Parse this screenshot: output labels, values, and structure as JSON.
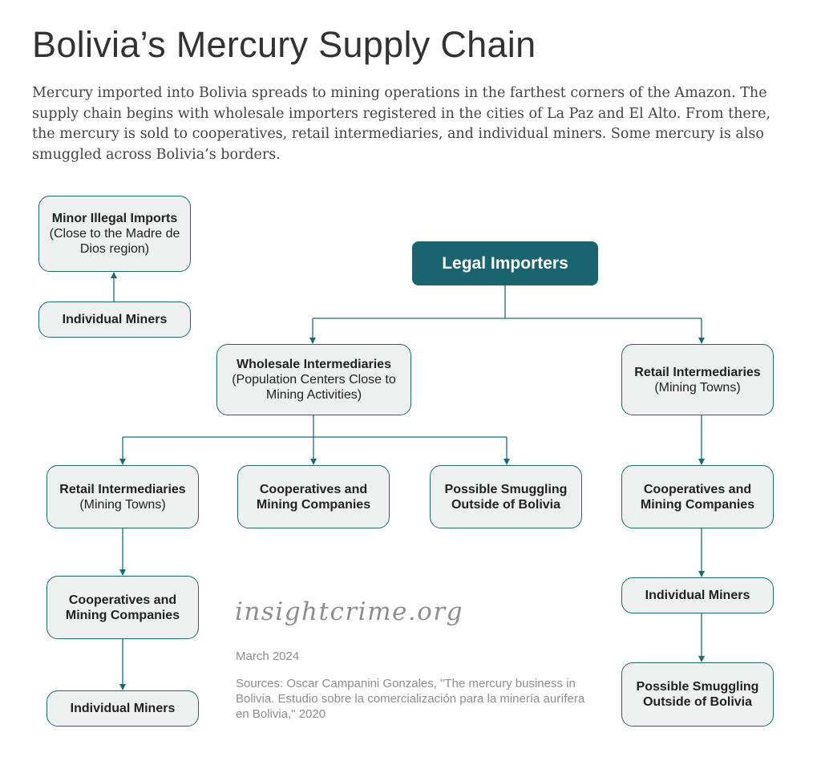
{
  "title": "Bolivia’s Mercury Supply Chain",
  "intro": "Mercury imported into Bolivia spreads to mining operations in the farthest corners of the Amazon. The supply chain begins with wholesale importers registered in the cities of La Paz and El Alto. From there, the mercury is sold to cooperatives, retail intermediaries, and individual miners. Some mercury is also smuggled across Bolivia’s borders.",
  "nodes": {
    "minor_illegal": {
      "title": "Minor Illegal Imports",
      "sub": "(Close to the Madre de Dios region)"
    },
    "ind_miners_topleft": {
      "title": "Individual Miners"
    },
    "legal": {
      "title": "Legal Importers"
    },
    "wholesale": {
      "title": "Wholesale Intermediaries",
      "sub": "(Population Centers Close to Mining Activities)"
    },
    "retail_right": {
      "title": "Retail Intermediaries",
      "sub": "(Mining Towns)"
    },
    "retail_left": {
      "title": "Retail Intermediaries",
      "sub": "(Mining Towns)"
    },
    "coop_mid": {
      "title": "Cooperatives and Mining Companies"
    },
    "smuggling_mid": {
      "title": "Possible Smuggling Outside of Bolivia"
    },
    "coop_right": {
      "title": "Cooperatives and Mining Companies"
    },
    "coop_left": {
      "title": "Cooperatives and Mining Companies"
    },
    "ind_miners_left": {
      "title": "Individual Miners"
    },
    "ind_miners_right": {
      "title": "Individual Miners"
    },
    "smuggling_right": {
      "title": "Possible Smuggling Outside of Bolivia"
    }
  },
  "footer": {
    "logo": "insightcrime.org",
    "date": "March 2024",
    "sources": "Sources: Oscar Campanini Gonzales, \"The mercury business in Bolivia. Estudio sobre la comercialización para la minería aurífera en Bolivia,\" 2020"
  },
  "colors": {
    "accent": "#1a6470",
    "box_fill": "#eef0ef"
  }
}
